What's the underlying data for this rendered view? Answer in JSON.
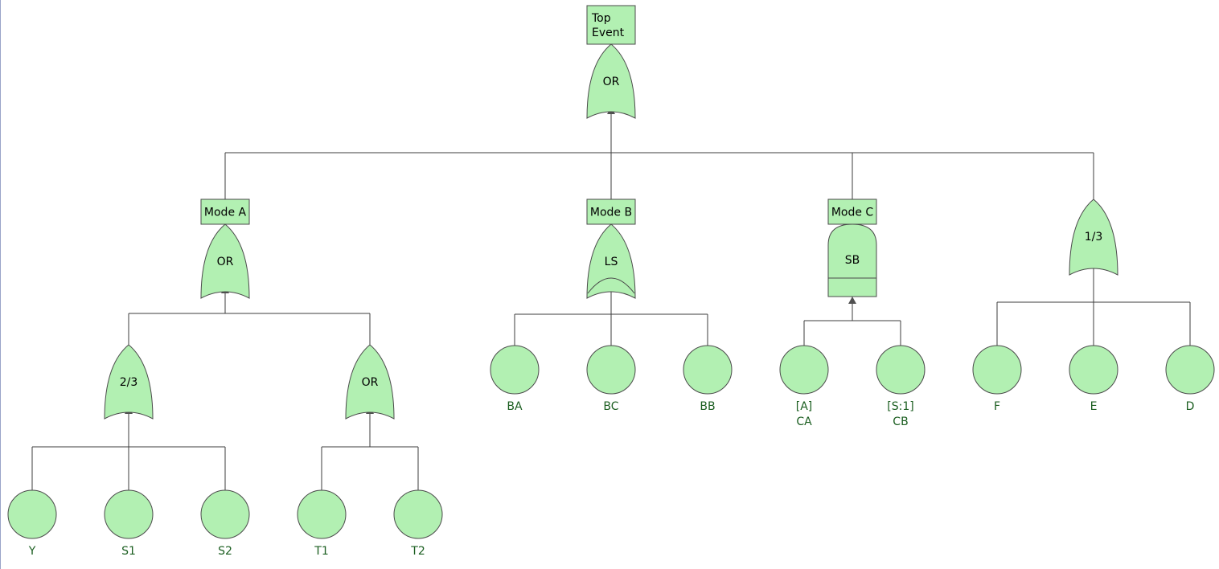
{
  "colors": {
    "fill": "#b2f0b2",
    "stroke": "#4a4a4a",
    "line": "#3c3c3c",
    "label": "#1b5e20"
  },
  "events": {
    "top": {
      "line1": "Top",
      "line2": "Event"
    },
    "mode_a": "Mode A",
    "mode_b": "Mode B",
    "mode_c": "Mode C"
  },
  "gates": {
    "top": {
      "type": "or",
      "label": "OR"
    },
    "mode_a": {
      "type": "or",
      "label": "OR"
    },
    "mode_b": {
      "type": "ls",
      "label": "LS"
    },
    "mode_c": {
      "type": "sb",
      "label": "SB"
    },
    "vote13": {
      "type": "vote",
      "label": "1/3"
    },
    "vote23": {
      "type": "vote",
      "label": "2/3"
    },
    "t_or": {
      "type": "or",
      "label": "OR"
    }
  },
  "basic_events": {
    "BA": {
      "line1": "BA"
    },
    "BC": {
      "line1": "BC"
    },
    "BB": {
      "line1": "BB"
    },
    "CA": {
      "line1": "[A]",
      "line2": "CA"
    },
    "CB": {
      "line1": "[S:1]",
      "line2": "CB"
    },
    "F": {
      "line1": "F"
    },
    "E": {
      "line1": "E"
    },
    "D": {
      "line1": "D"
    },
    "Y": {
      "line1": "Y"
    },
    "S1": {
      "line1": "S1"
    },
    "S2": {
      "line1": "S2"
    },
    "T1": {
      "line1": "T1"
    },
    "T2": {
      "line1": "T2"
    }
  }
}
